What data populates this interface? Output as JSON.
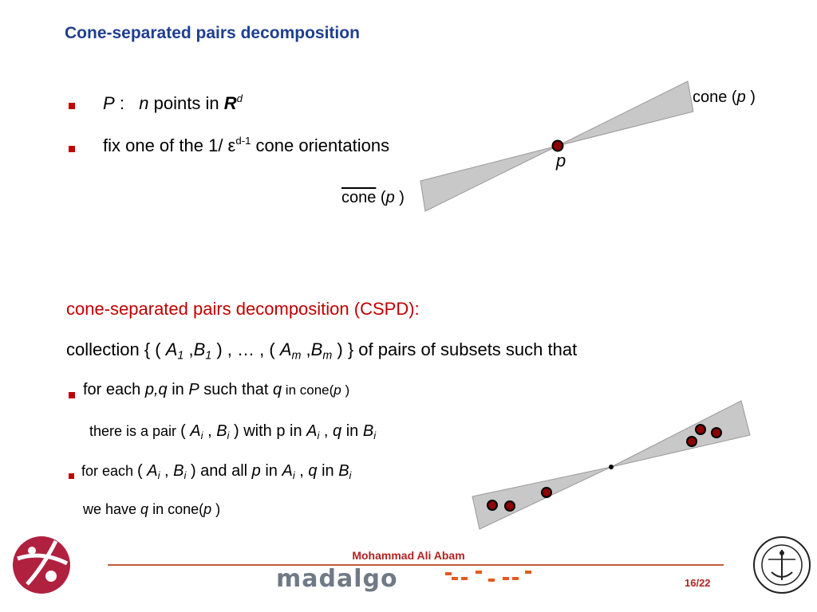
{
  "title": "Cone-separated pairs decomposition",
  "bullets": {
    "b1": {
      "P": "P",
      "colon": ":",
      "n": "n",
      "text": "points in",
      "R": "R",
      "d": "d"
    },
    "b2": {
      "text1": "fix one of the  1/ ",
      "eps": "ε",
      "sup": "d-1",
      "text2": "  cone orientations"
    }
  },
  "diagram_top": {
    "cone_label": "cone (",
    "cone_p": "p",
    "cone_close": " )",
    "cone_bar_label": "cone",
    "cone_bar_open": " (",
    "cone_bar_p": "p",
    "cone_bar_close": " )",
    "point_label": "p"
  },
  "cspd": {
    "heading": "cone-separated pairs decomposition (CSPD):",
    "collection": {
      "c1": "collection {  ( ",
      "A1": "A",
      "A1sub": "1",
      "comma1": " ,",
      "B1": "B",
      "B1sub": "1",
      "c2": " ) , … , ( ",
      "Am": "A",
      "Amsub": "m",
      "comma2": " ,",
      "Bm": "B",
      "Bmsub": "m",
      "c3": " ) }  of pairs of subsets such that"
    },
    "line3": {
      "t1": "for each ",
      "pq": "p,q",
      "t2": "  in ",
      "P": "P",
      "t3": "  such that ",
      "q": "q",
      "t4": " in cone(",
      "p": "p",
      "t5": " )"
    },
    "line4": {
      "t1": "there is a pair  ",
      "t2": "( ",
      "A": "A",
      "i1": "i",
      "t3": " , ",
      "B": "B",
      "i2": "i",
      "t4": " )  with   p in ",
      "A2": "A",
      "i3": "i",
      "t5": "  ,   ",
      "q": "q",
      "t6": "  in ",
      "B2": "B",
      "i4": "i"
    },
    "line5": {
      "t1": "for each ",
      "t2": "( ",
      "A": "A",
      "i1": "i",
      "t3": " , ",
      "B": "B",
      "i2": "i",
      "t4": " ) and all   ",
      "p": "p",
      "t5": "  in ",
      "A2": "A",
      "i3": "i",
      "t6": "  ,   ",
      "q": "q",
      "t7": "  in ",
      "B2": "B",
      "i4": "i"
    },
    "line6": {
      "t1": "we have  ",
      "q": "q",
      "t2": " in cone(",
      "p": "p",
      "t3": " )"
    }
  },
  "footer": {
    "author": "Mohammad Ali Abam",
    "logo_text": "madalgo",
    "page": "16/22"
  },
  "colors": {
    "title": "#1f3f8f",
    "accent_red": "#c00000",
    "cone_fill": "#c8c8c8",
    "point_fill": "#8b0000"
  }
}
